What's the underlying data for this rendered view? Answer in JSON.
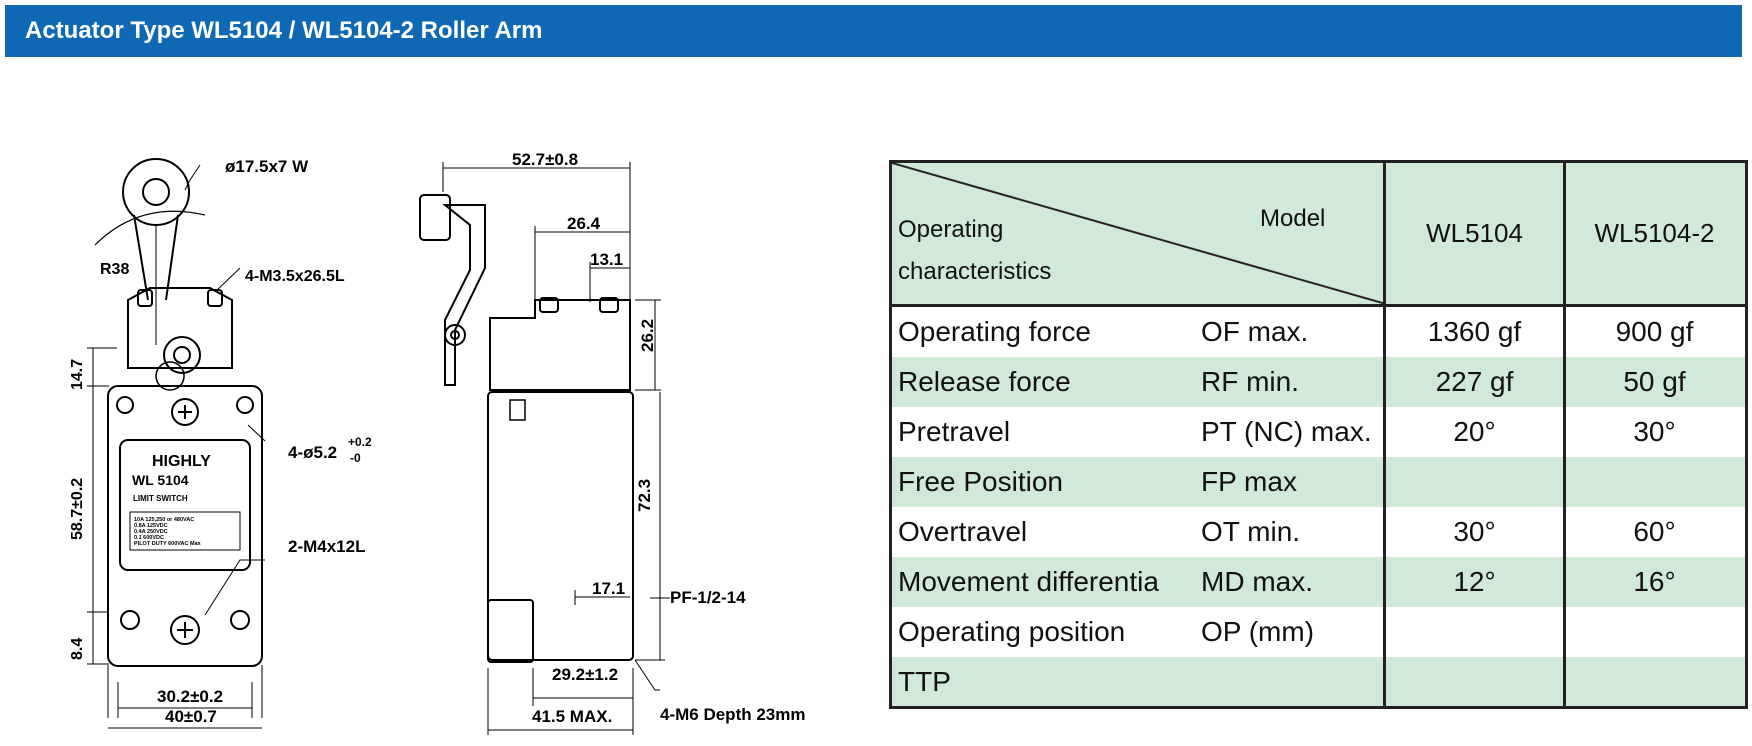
{
  "header": {
    "title": "Actuator Type WL5104 / WL5104-2 Roller Arm"
  },
  "drawing": {
    "roller_dim": "ø17.5x7 W",
    "radius": "R38",
    "screw_label": "4-M3.5x26.5L",
    "top_height": "14.7",
    "body_height": "58.7±0.2",
    "mount_hole": "4-ø5.2",
    "tol_plus": "+0.2",
    "tol_minus": "-0",
    "brand": "HIGHLY",
    "model_plate": "WL 5104",
    "switch_type": "LIMIT SWITCH",
    "rating_1": "10A 125,250 or 480VAC",
    "rating_2": "0.8A 125VDC",
    "rating_3": "0.4A 250VDC",
    "rating_4": "0.1 600VDC",
    "rating_5": "PILOT DUTY 600VAC Max",
    "bottom_screw": "2-M4x12L",
    "bottom_height": "8.4",
    "hole_spacing": "30.2±0.2",
    "base_width": "40±0.7",
    "overall_width": "52.7±0.8",
    "arm_offset": "26.4",
    "plunger_offset": "13.1",
    "head_height": "26.2",
    "side_height": "72.3",
    "conduit_offset": "17.1",
    "conduit": "PF-1/2-14",
    "depth_dim": "29.2±1.2",
    "max_depth": "41.5 MAX.",
    "mount_thread": "4-M6 Depth 23mm"
  },
  "table": {
    "header_op_line1": "Operating",
    "header_op_line2": "characteristics",
    "header_model": "Model",
    "columns": [
      "WL5104",
      "WL5104-2"
    ],
    "rows": [
      {
        "name": "Operating force",
        "code": "OF max.",
        "v1": "1360 gf",
        "v2": "900 gf"
      },
      {
        "name": "Release force",
        "code": "RF min.",
        "v1": "227 gf",
        "v2": "50 gf"
      },
      {
        "name": "Pretravel",
        "code": "PT (NC) max.",
        "v1": "20°",
        "v2": "30°"
      },
      {
        "name": "Free Position",
        "code": "FP max",
        "v1": "",
        "v2": ""
      },
      {
        "name": "Overtravel",
        "code": "OT min.",
        "v1": "30°",
        "v2": "60°"
      },
      {
        "name": "Movement differentia",
        "code": "MD max.",
        "v1": "12°",
        "v2": "16°"
      },
      {
        "name": "Operating position",
        "code": "OP (mm)",
        "v1": "",
        "v2": ""
      },
      {
        "name": "TTP",
        "code": "",
        "v1": "",
        "v2": ""
      }
    ]
  }
}
